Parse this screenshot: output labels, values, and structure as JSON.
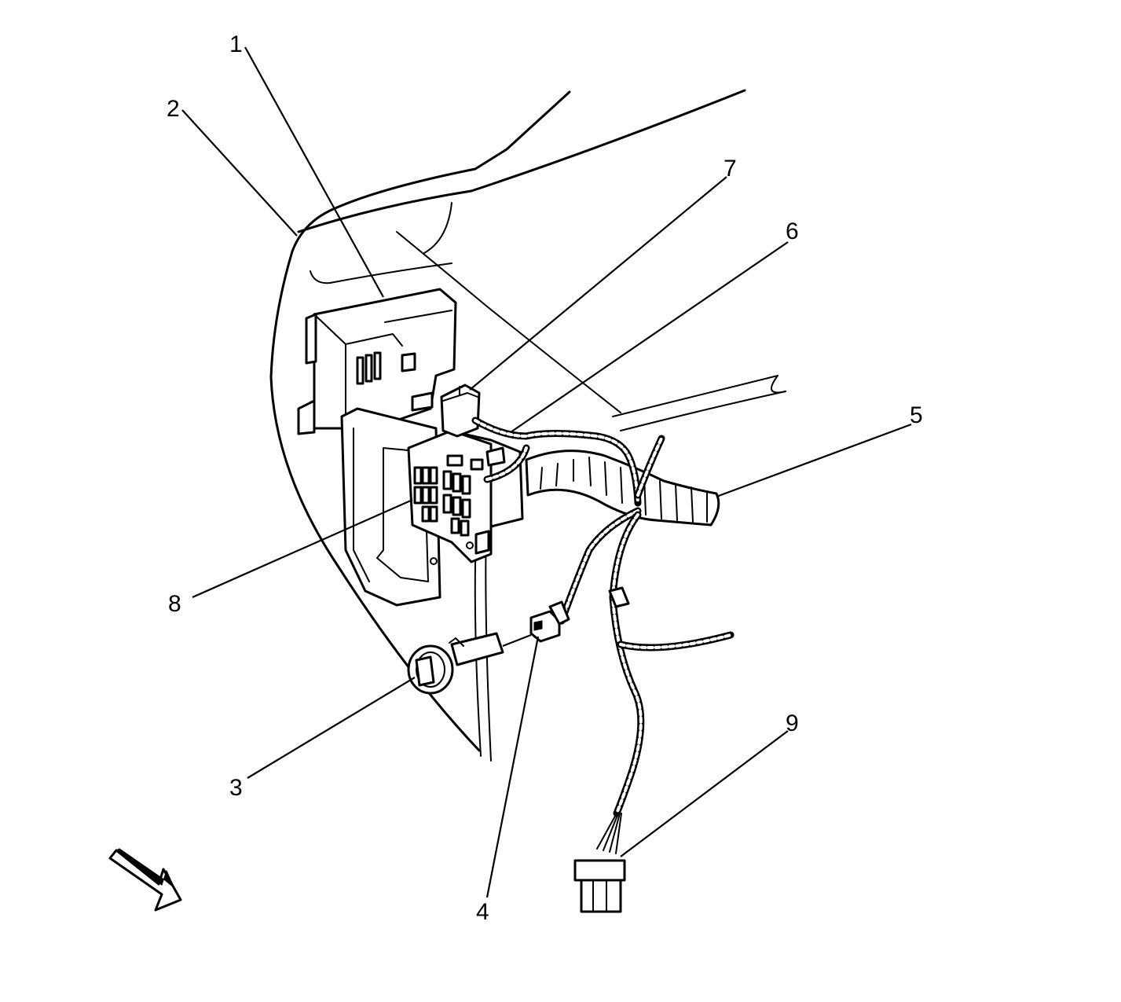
{
  "callouts": {
    "c1": "1",
    "c2": "2",
    "c3": "3",
    "c4": "4",
    "c5": "5",
    "c6": "6",
    "c7": "7",
    "c8": "8",
    "c9": "9"
  },
  "icons": {
    "view_arrow": "view-direction-arrow-icon"
  }
}
